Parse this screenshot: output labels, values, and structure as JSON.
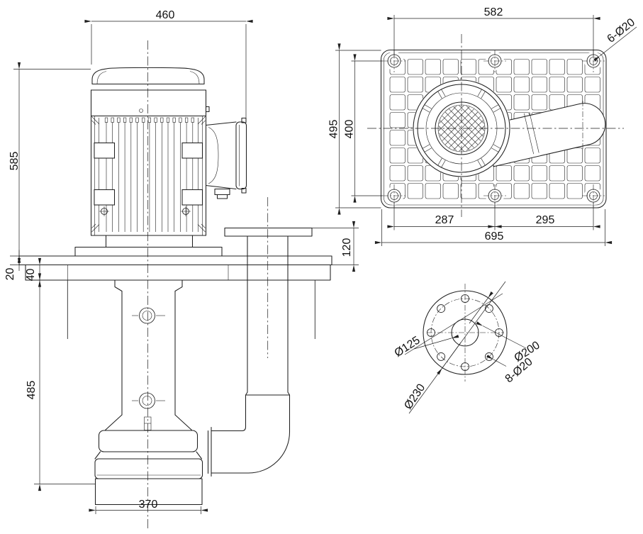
{
  "front_view": {
    "dims": {
      "overall_width": "460",
      "motor_height": "585",
      "flange_step": "20",
      "base_plate_thickness": "40",
      "column_length": "485",
      "suction_width": "370",
      "outlet_flange_height": "120"
    }
  },
  "top_view": {
    "dims": {
      "bolt_span_horizontal": "582",
      "mounting_holes": "6-Ø20",
      "plate_depth": "495",
      "bolt_span_vertical": "400",
      "bolt_left_span": "287",
      "bolt_right_span": "295",
      "plate_width": "695"
    }
  },
  "flange_view": {
    "dims": {
      "bore_diameter": "Ø125",
      "bolt_circle_diameter": "Ø200",
      "bolt_holes": "8-Ø20",
      "outer_diameter": "Ø230"
    }
  },
  "colors": {
    "line": "#1f1f1f",
    "background": "#ffffff"
  }
}
